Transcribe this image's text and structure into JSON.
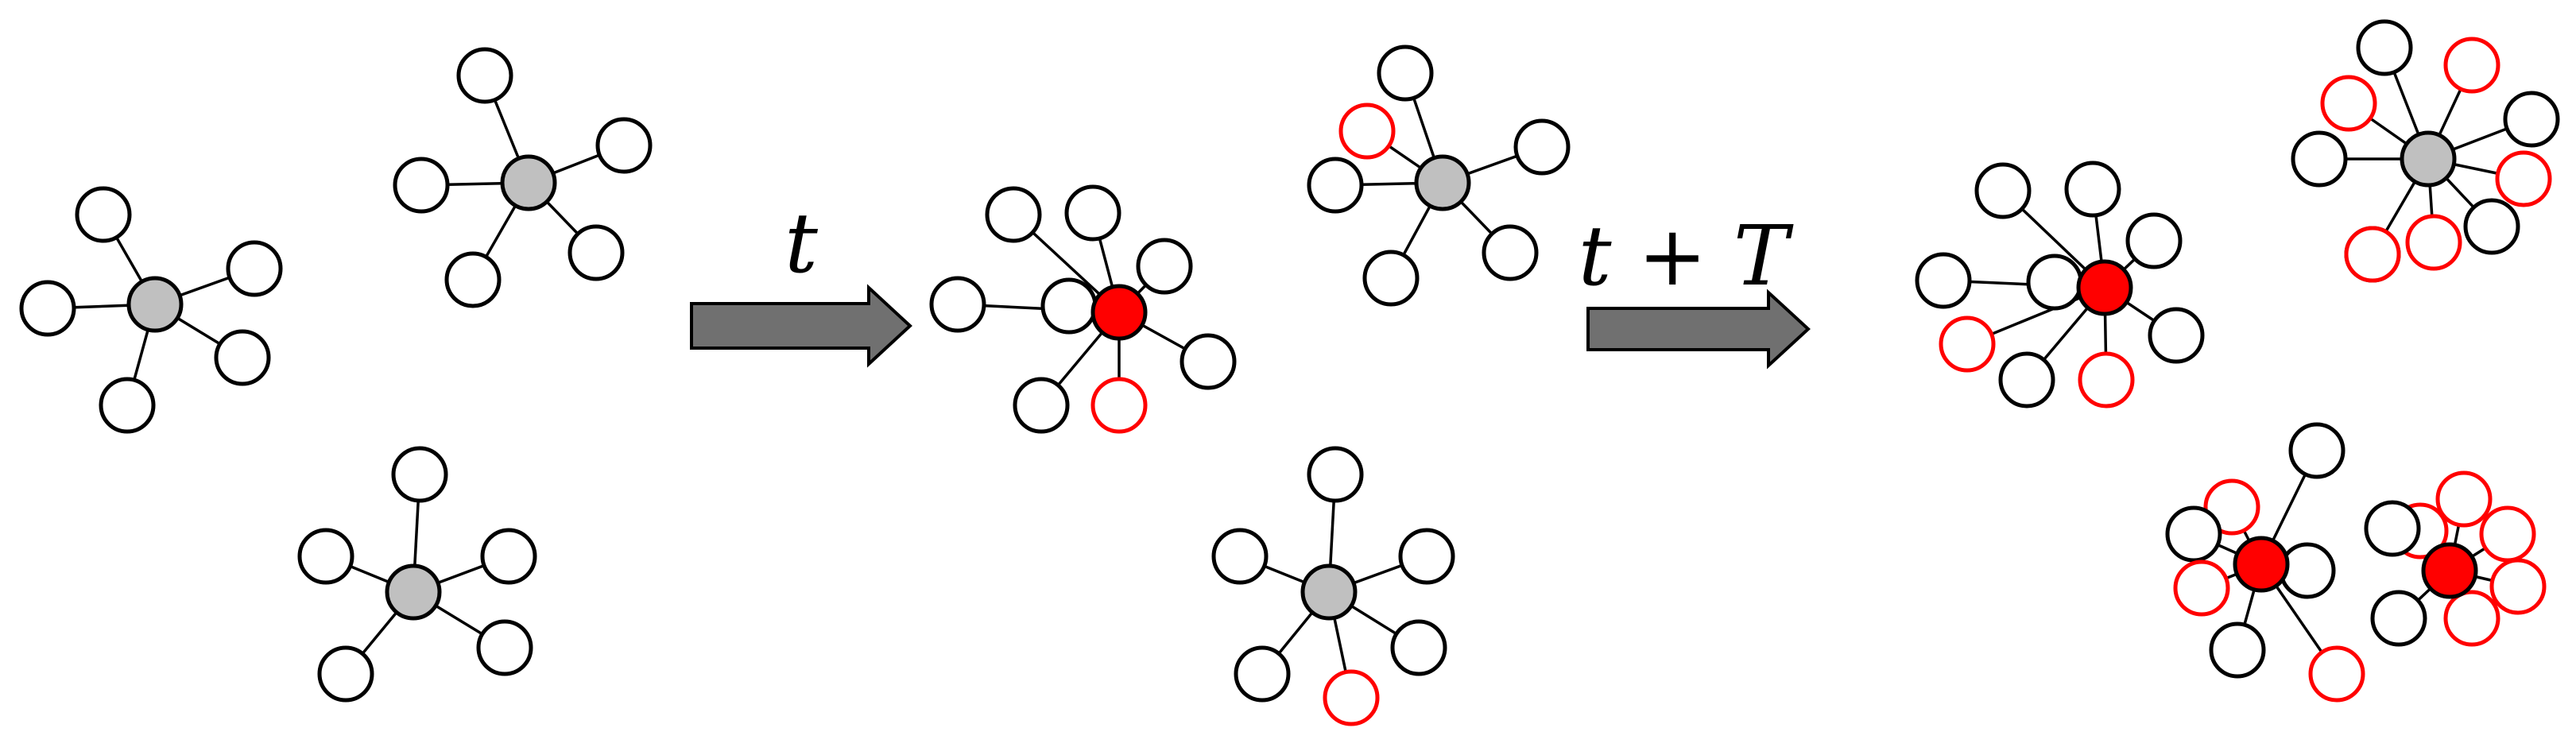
{
  "colors": {
    "normal_hub": "#c0c0c0",
    "active_hub": "#ff0000",
    "normal_leaf_stroke": "#000000",
    "active_leaf_stroke": "#ff0000",
    "arrow_fill": "#707070"
  },
  "arrows": [
    {
      "label": "t"
    },
    {
      "label": "t + T"
    }
  ],
  "stages": [
    {
      "stars": [
        {
          "hub": "normal",
          "leaves": [
            "normal",
            "normal",
            "normal",
            "normal",
            "normal",
            "normal"
          ]
        },
        {
          "hub": "normal",
          "leaves": [
            "normal",
            "normal",
            "normal",
            "normal",
            "normal"
          ]
        },
        {
          "hub": "normal",
          "leaves": [
            "normal",
            "normal",
            "normal",
            "normal",
            "normal",
            "normal"
          ]
        }
      ]
    },
    {
      "stars": [
        {
          "hub": "active",
          "leaves": [
            "normal",
            "normal",
            "normal",
            "normal",
            "normal",
            "normal",
            "active",
            "normal"
          ]
        },
        {
          "hub": "normal",
          "leaves": [
            "normal",
            "active",
            "normal",
            "normal",
            "normal",
            "normal"
          ]
        },
        {
          "hub": "normal",
          "leaves": [
            "normal",
            "normal",
            "normal",
            "normal",
            "active",
            "normal"
          ]
        }
      ]
    },
    {
      "stars": [
        {
          "hub": "active",
          "leaves": [
            "normal",
            "normal",
            "normal",
            "normal",
            "normal",
            "normal",
            "active",
            "active",
            "normal"
          ]
        },
        {
          "hub": "normal",
          "leaves": [
            "normal",
            "active",
            "active",
            "normal",
            "normal",
            "active",
            "normal",
            "active",
            "normal",
            "active"
          ]
        },
        {
          "hub": "active",
          "leaves": [
            "normal",
            "active",
            "normal",
            "active",
            "normal",
            "normal",
            "active"
          ]
        },
        {
          "hub": "active",
          "leaves": [
            "active",
            "active",
            "active",
            "active",
            "active",
            "normal",
            "normal"
          ]
        }
      ]
    }
  ]
}
